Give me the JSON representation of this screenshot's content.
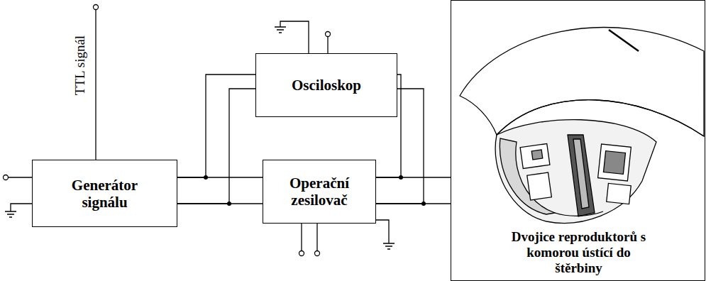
{
  "diagram": {
    "nodes": [
      {
        "text": [
          "Generátor signálu"
        ]
      },
      {
        "text": [
          "Osciloskop"
        ]
      },
      {
        "text": [
          "Operační zesilovač"
        ]
      },
      {
        "text": [
          "Dvojice reproduktorů s komorou ústící do štěrbiny"
        ]
      }
    ],
    "edges": [
      {
        "from": 0,
        "to": 1,
        "arrow": "none"
      },
      {
        "from": 0,
        "to": 1,
        "arrow": "none"
      },
      {
        "from": 0,
        "to": 2,
        "arrow": "none"
      },
      {
        "from": 0,
        "to": 2,
        "arrow": "none"
      },
      {
        "from": 2,
        "to": 1,
        "arrow": "none"
      },
      {
        "from": 2,
        "to": 1,
        "arrow": "none"
      },
      {
        "from": 2,
        "to": 3,
        "arrow": "none"
      },
      {
        "from": 2,
        "to": 3,
        "arrow": "none"
      }
    ],
    "labels": [
      "TTL signál"
    ]
  }
}
